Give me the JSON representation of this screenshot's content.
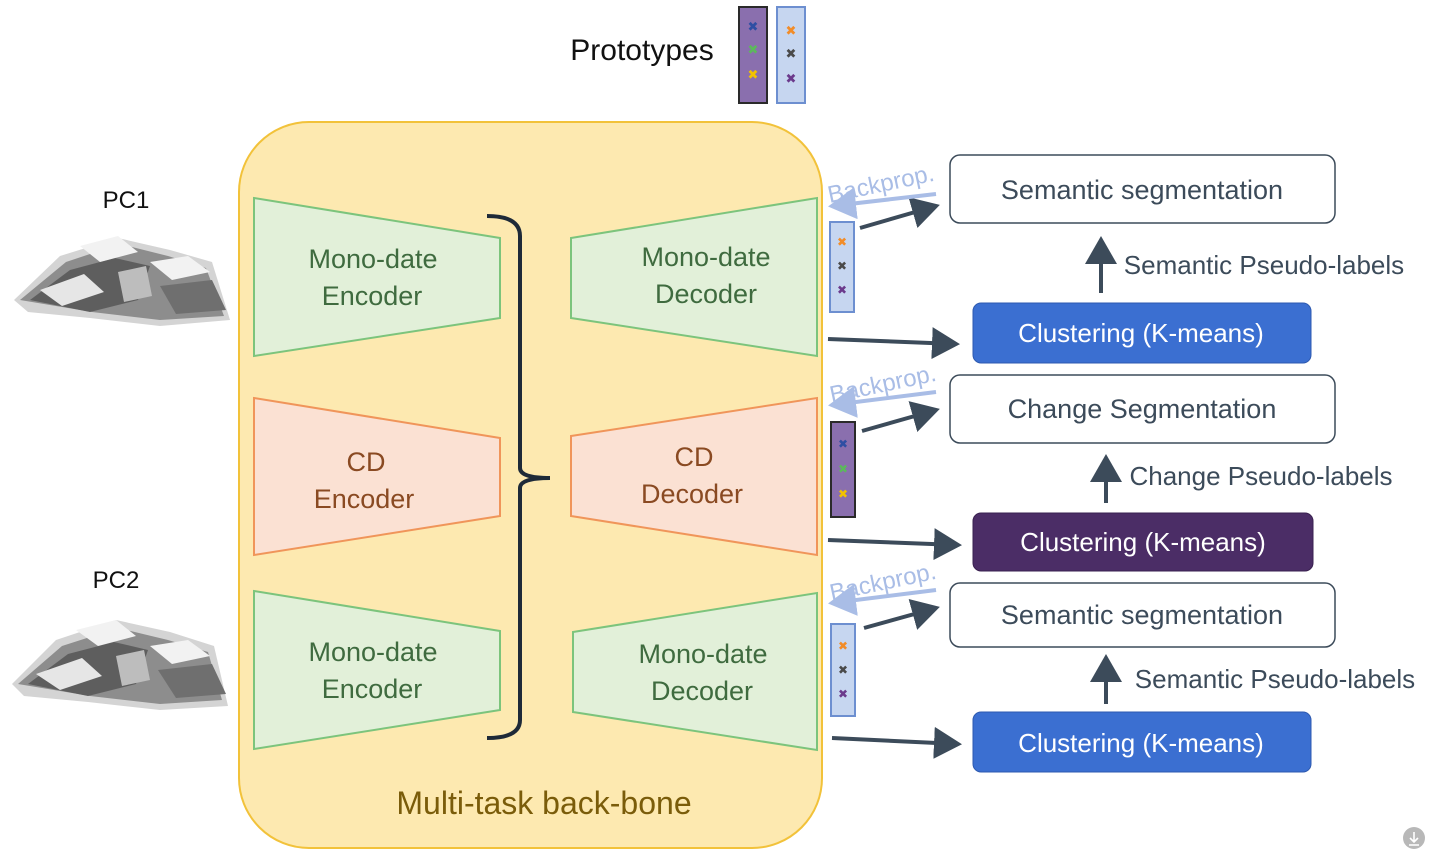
{
  "prototypes": {
    "label": "Prototypes",
    "purple_vector_colors": [
      "#2e4ea3",
      "#5cb85c",
      "#f2c200"
    ],
    "blue_vector_colors": [
      "#f28c28",
      "#4a4a4a",
      "#6b3a8c"
    ]
  },
  "inputs": {
    "pc1_label": "PC1",
    "pc2_label": "PC2"
  },
  "backbone": {
    "label": "Multi-task back-bone",
    "encoder_top": [
      "Mono-date",
      "Encoder"
    ],
    "encoder_middle": [
      "CD",
      "Encoder"
    ],
    "encoder_bottom": [
      "Mono-date",
      "Encoder"
    ],
    "decoder_top": [
      "Mono-date",
      "Decoder"
    ],
    "decoder_middle": [
      "CD",
      "Decoder"
    ],
    "decoder_bottom": [
      "Mono-date",
      "Decoder"
    ]
  },
  "backprop_label": "Backprop.",
  "right": {
    "top": {
      "output_label": "Semantic segmentation",
      "pseudo_label": "Semantic Pseudo-labels",
      "clustering_label": "Clustering (K-means)"
    },
    "middle": {
      "output_label": "Change Segmentation",
      "pseudo_label": "Change Pseudo-labels",
      "clustering_label": "Clustering (K-means)"
    },
    "bottom": {
      "output_label": "Semantic segmentation",
      "pseudo_label": "Semantic Pseudo-labels",
      "clustering_label": "Clustering (K-means)"
    }
  },
  "colors": {
    "backbone_fill": "#fde9b0",
    "backbone_stroke": "#f2c23a",
    "mono_fill": "#e2f0d9",
    "mono_stroke": "#7cc47c",
    "cd_fill": "#fbe1d3",
    "cd_stroke": "#f0955a",
    "semantic_cluster": "#3b6fd1",
    "change_cluster": "#4b2d66",
    "arrow": "#3c4b5a",
    "backprop": "#a9bde6"
  }
}
